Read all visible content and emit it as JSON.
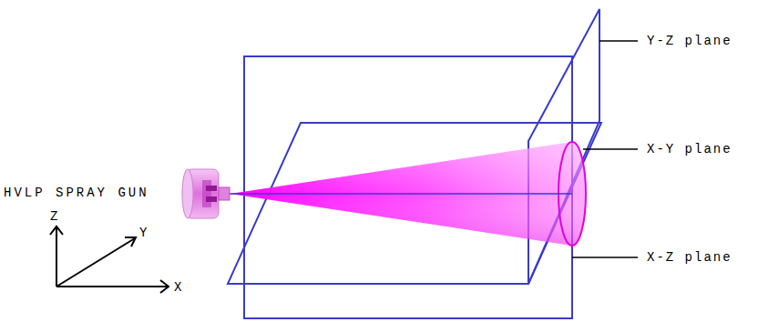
{
  "diagram": {
    "labels": [
      "HVLP SPRAY GUN",
      "Z",
      "Y",
      "X",
      "Y-Z plane",
      "X-Y plane",
      "X-Z plane"
    ]
  }
}
